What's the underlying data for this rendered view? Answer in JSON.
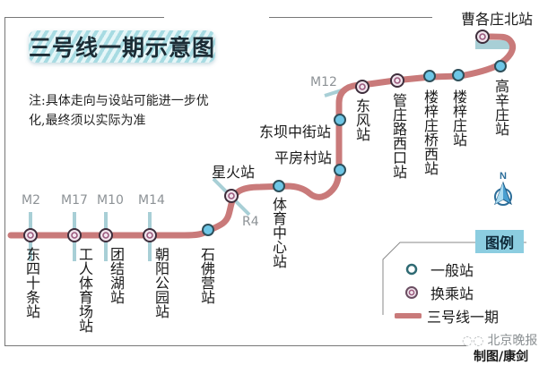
{
  "title": "三号线一期示意图",
  "note": "注:具体走向与设站可能进一步优化,最终须以实际为准",
  "colors": {
    "line": "#c97a7a",
    "station_fill": "#6ec6e6",
    "station_stroke": "#2e4f5a",
    "transfer_fill": "#f0e0ea",
    "transfer_stroke": "#4a3448",
    "crossing_line": "#a8cfd6",
    "legend_title_bg": "#8ccde0"
  },
  "stations": [
    {
      "name": "东四十条站",
      "type": "transfer",
      "transfer_line": "M2"
    },
    {
      "name": "工人体育场站",
      "type": "transfer",
      "transfer_line": "M17"
    },
    {
      "name": "团结湖站",
      "type": "transfer",
      "transfer_line": "M10"
    },
    {
      "name": "朝阳公园站",
      "type": "transfer",
      "transfer_line": "M14"
    },
    {
      "name": "石佛营站",
      "type": "general"
    },
    {
      "name": "星火站",
      "type": "transfer",
      "transfer_line": "R4"
    },
    {
      "name": "体育中心站",
      "type": "general"
    },
    {
      "name": "平房村站",
      "type": "general"
    },
    {
      "name": "东坝中街站",
      "type": "general"
    },
    {
      "name": "东风站",
      "type": "transfer",
      "transfer_line": "M12"
    },
    {
      "name": "管庄路西口站",
      "type": "transfer"
    },
    {
      "name": "楼梓庄桥西站",
      "type": "general"
    },
    {
      "name": "楼梓庄站",
      "type": "general"
    },
    {
      "name": "高辛庄站",
      "type": "general"
    },
    {
      "name": "曹各庄北站",
      "type": "transfer"
    }
  ],
  "transfer_lines": [
    "M2",
    "M17",
    "M10",
    "M14",
    "R4",
    "M12"
  ],
  "legend": {
    "title": "图例",
    "items": [
      {
        "label": "一般站",
        "symbol": "general-station"
      },
      {
        "label": "换乘站",
        "symbol": "transfer-station"
      },
      {
        "label": "三号线一期",
        "symbol": "line"
      }
    ]
  },
  "compass": "N",
  "credits": {
    "source": "北京晚报",
    "author": "制图/康剑"
  }
}
